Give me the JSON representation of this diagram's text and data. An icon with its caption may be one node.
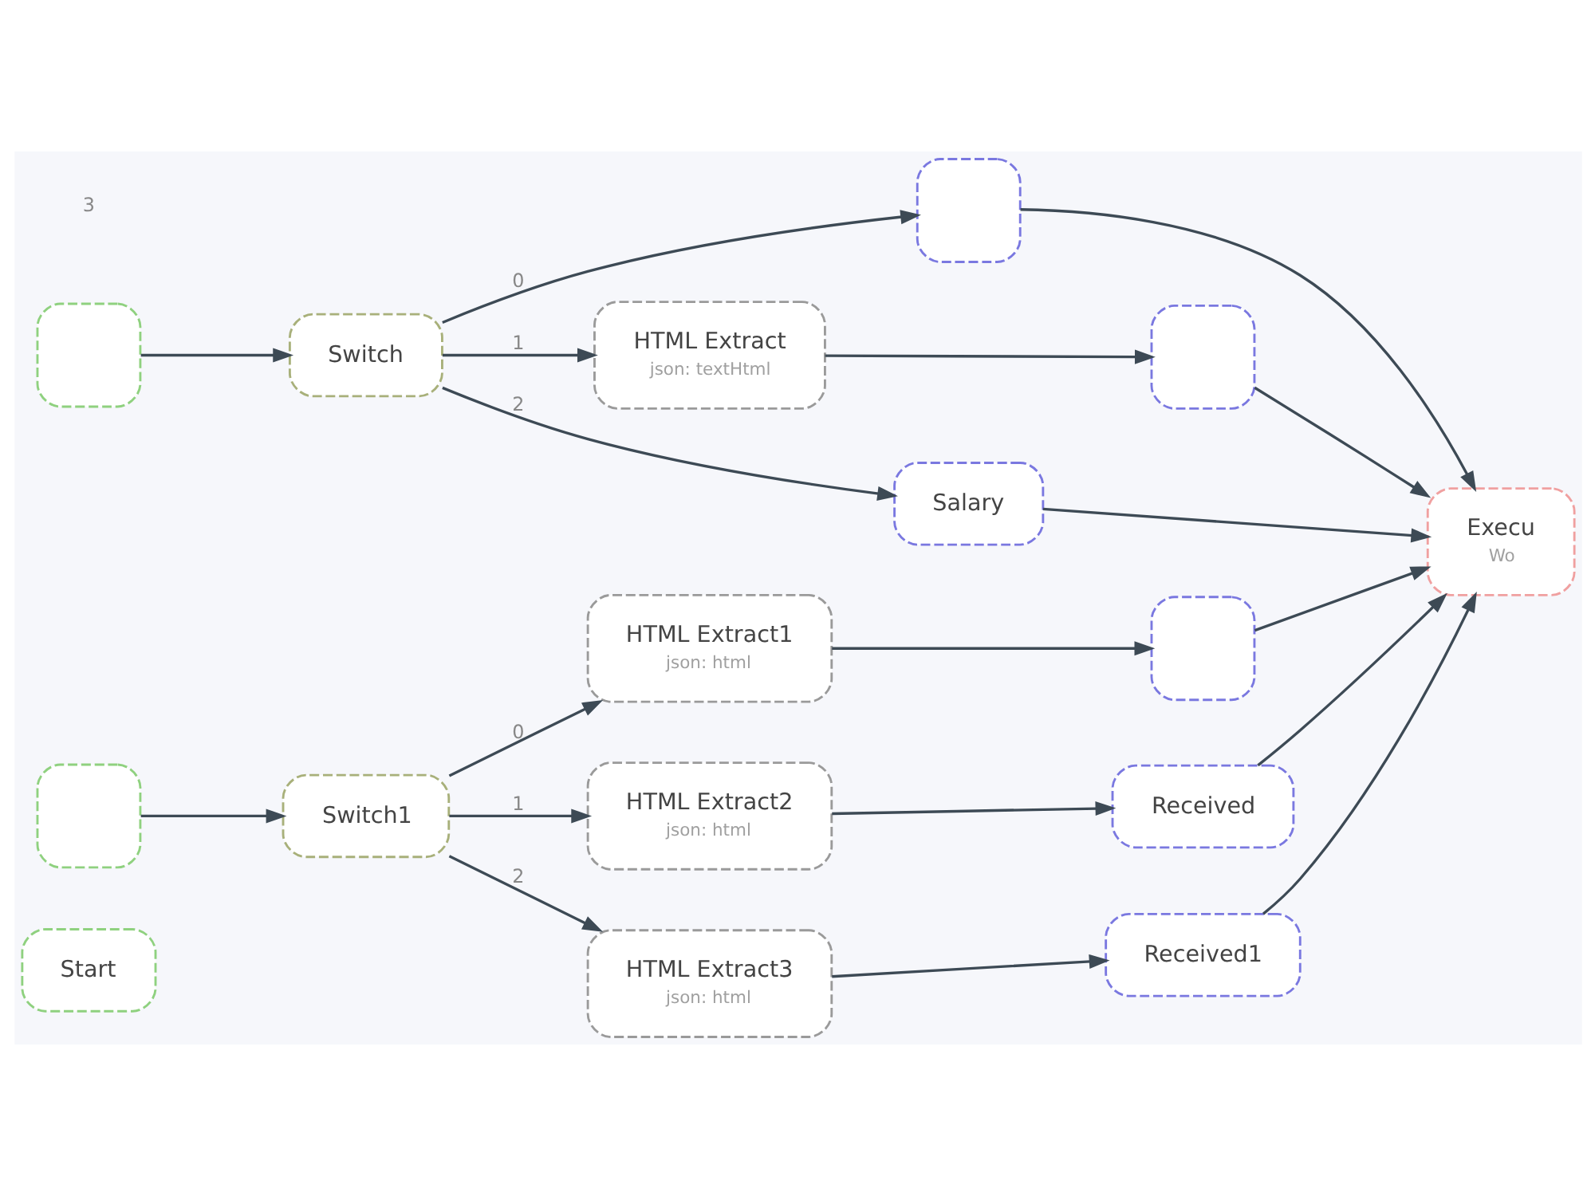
{
  "diagram": {
    "nodes": [
      {
        "text": [
          "Start"
        ]
      },
      {
        "text": [],
        "shape": "box"
      },
      {
        "text": [
          "Switch"
        ]
      },
      {
        "text": [],
        "shape": "box"
      },
      {
        "text": [
          "HTML Extract",
          "json: textHtml"
        ]
      },
      {
        "text": [],
        "shape": "box"
      },
      {
        "text": [
          "Salary"
        ]
      },
      {
        "text": [
          "Execu",
          "Wo"
        ]
      },
      {
        "text": [],
        "shape": "box"
      },
      {
        "text": [
          "Switch1"
        ]
      },
      {
        "text": [
          "HTML Extract1",
          "json: html"
        ]
      },
      {
        "text": [],
        "shape": "box"
      },
      {
        "text": [
          "HTML Extract2",
          "json: html"
        ]
      },
      {
        "text": [
          "Received"
        ]
      },
      {
        "text": [
          "HTML Extract3",
          "json: html"
        ]
      },
      {
        "text": [
          "Received1"
        ]
      }
    ],
    "edges": [
      {
        "from": 1,
        "to": 2,
        "arrow": "to"
      },
      {
        "from": 2,
        "to": 3,
        "arrow": "to",
        "label": "0"
      },
      {
        "from": 2,
        "to": 4,
        "arrow": "to",
        "label": "1"
      },
      {
        "from": 2,
        "to": 6,
        "arrow": "to",
        "label": "2"
      },
      {
        "from": 4,
        "to": 5,
        "arrow": "to"
      },
      {
        "from": 3,
        "to": 7,
        "arrow": "to"
      },
      {
        "from": 5,
        "to": 7,
        "arrow": "to"
      },
      {
        "from": 6,
        "to": 7,
        "arrow": "to"
      },
      {
        "from": 11,
        "to": 7,
        "arrow": "to"
      },
      {
        "from": 13,
        "to": 7,
        "arrow": "to"
      },
      {
        "from": 15,
        "to": 7,
        "arrow": "to"
      },
      {
        "from": 8,
        "to": 9,
        "arrow": "to"
      },
      {
        "from": 9,
        "to": 10,
        "arrow": "to",
        "label": "0"
      },
      {
        "from": 9,
        "to": 12,
        "arrow": "to",
        "label": "1"
      },
      {
        "from": 9,
        "to": 14,
        "arrow": "to",
        "label": "2"
      },
      {
        "from": 10,
        "to": 11,
        "arrow": "to"
      },
      {
        "from": 12,
        "to": 13,
        "arrow": "to"
      },
      {
        "from": 14,
        "to": 15,
        "arrow": "to"
      }
    ],
    "labels": [
      "3"
    ]
  }
}
